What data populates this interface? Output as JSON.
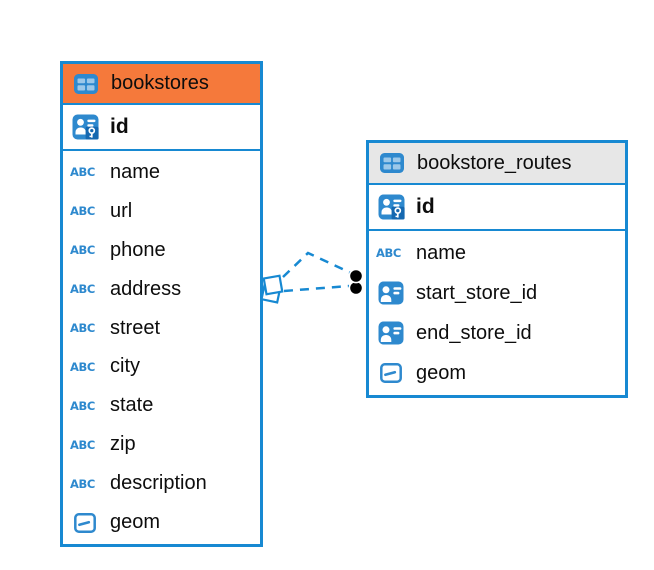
{
  "colors": {
    "border_blue": "#1789D2",
    "icon_blue": "#2E89CE",
    "icon_cell_light": "#9CC8E9",
    "key_badge_dark": "#1568B0",
    "header_orange": "#F5793B",
    "header_gray": "#E7E7E7",
    "text": "#0D0D0D",
    "marker_black": "#000000",
    "canvas_white": "#FFFFFF"
  },
  "icons": {
    "table": "table-icon",
    "primary_key": "primary-key-id-icon",
    "text_field": "abc-text-field-icon",
    "reference_field": "id-card-reference-icon",
    "geometry_field": "geometry-field-icon",
    "relationship_start": "stacked-squares-marker",
    "relationship_end": "double-black-dot-marker"
  },
  "tables": [
    {
      "name": "bookstores",
      "header_style": "orange",
      "pk": {
        "label": "id",
        "icon": "pk"
      },
      "fields": [
        {
          "label": "name",
          "icon": "text"
        },
        {
          "label": "url",
          "icon": "text"
        },
        {
          "label": "phone",
          "icon": "text"
        },
        {
          "label": "address",
          "icon": "text"
        },
        {
          "label": "street",
          "icon": "text"
        },
        {
          "label": "city",
          "icon": "text"
        },
        {
          "label": "state",
          "icon": "text"
        },
        {
          "label": "zip",
          "icon": "text"
        },
        {
          "label": "description",
          "icon": "text"
        },
        {
          "label": "geom",
          "icon": "geom"
        }
      ]
    },
    {
      "name": "bookstore_routes",
      "header_style": "gray",
      "pk": {
        "label": "id",
        "icon": "pk"
      },
      "fields": [
        {
          "label": "name",
          "icon": "text"
        },
        {
          "label": "start_store_id",
          "icon": "fk"
        },
        {
          "label": "end_store_id",
          "icon": "fk"
        },
        {
          "label": "geom",
          "icon": "geom"
        }
      ]
    }
  ],
  "relationship": {
    "from_table": "bookstores",
    "to_table": "bookstore_routes",
    "line_style": "dashed",
    "line_count": 2,
    "from_marker": "stacked-squares",
    "to_marker": "double-black-dot"
  }
}
